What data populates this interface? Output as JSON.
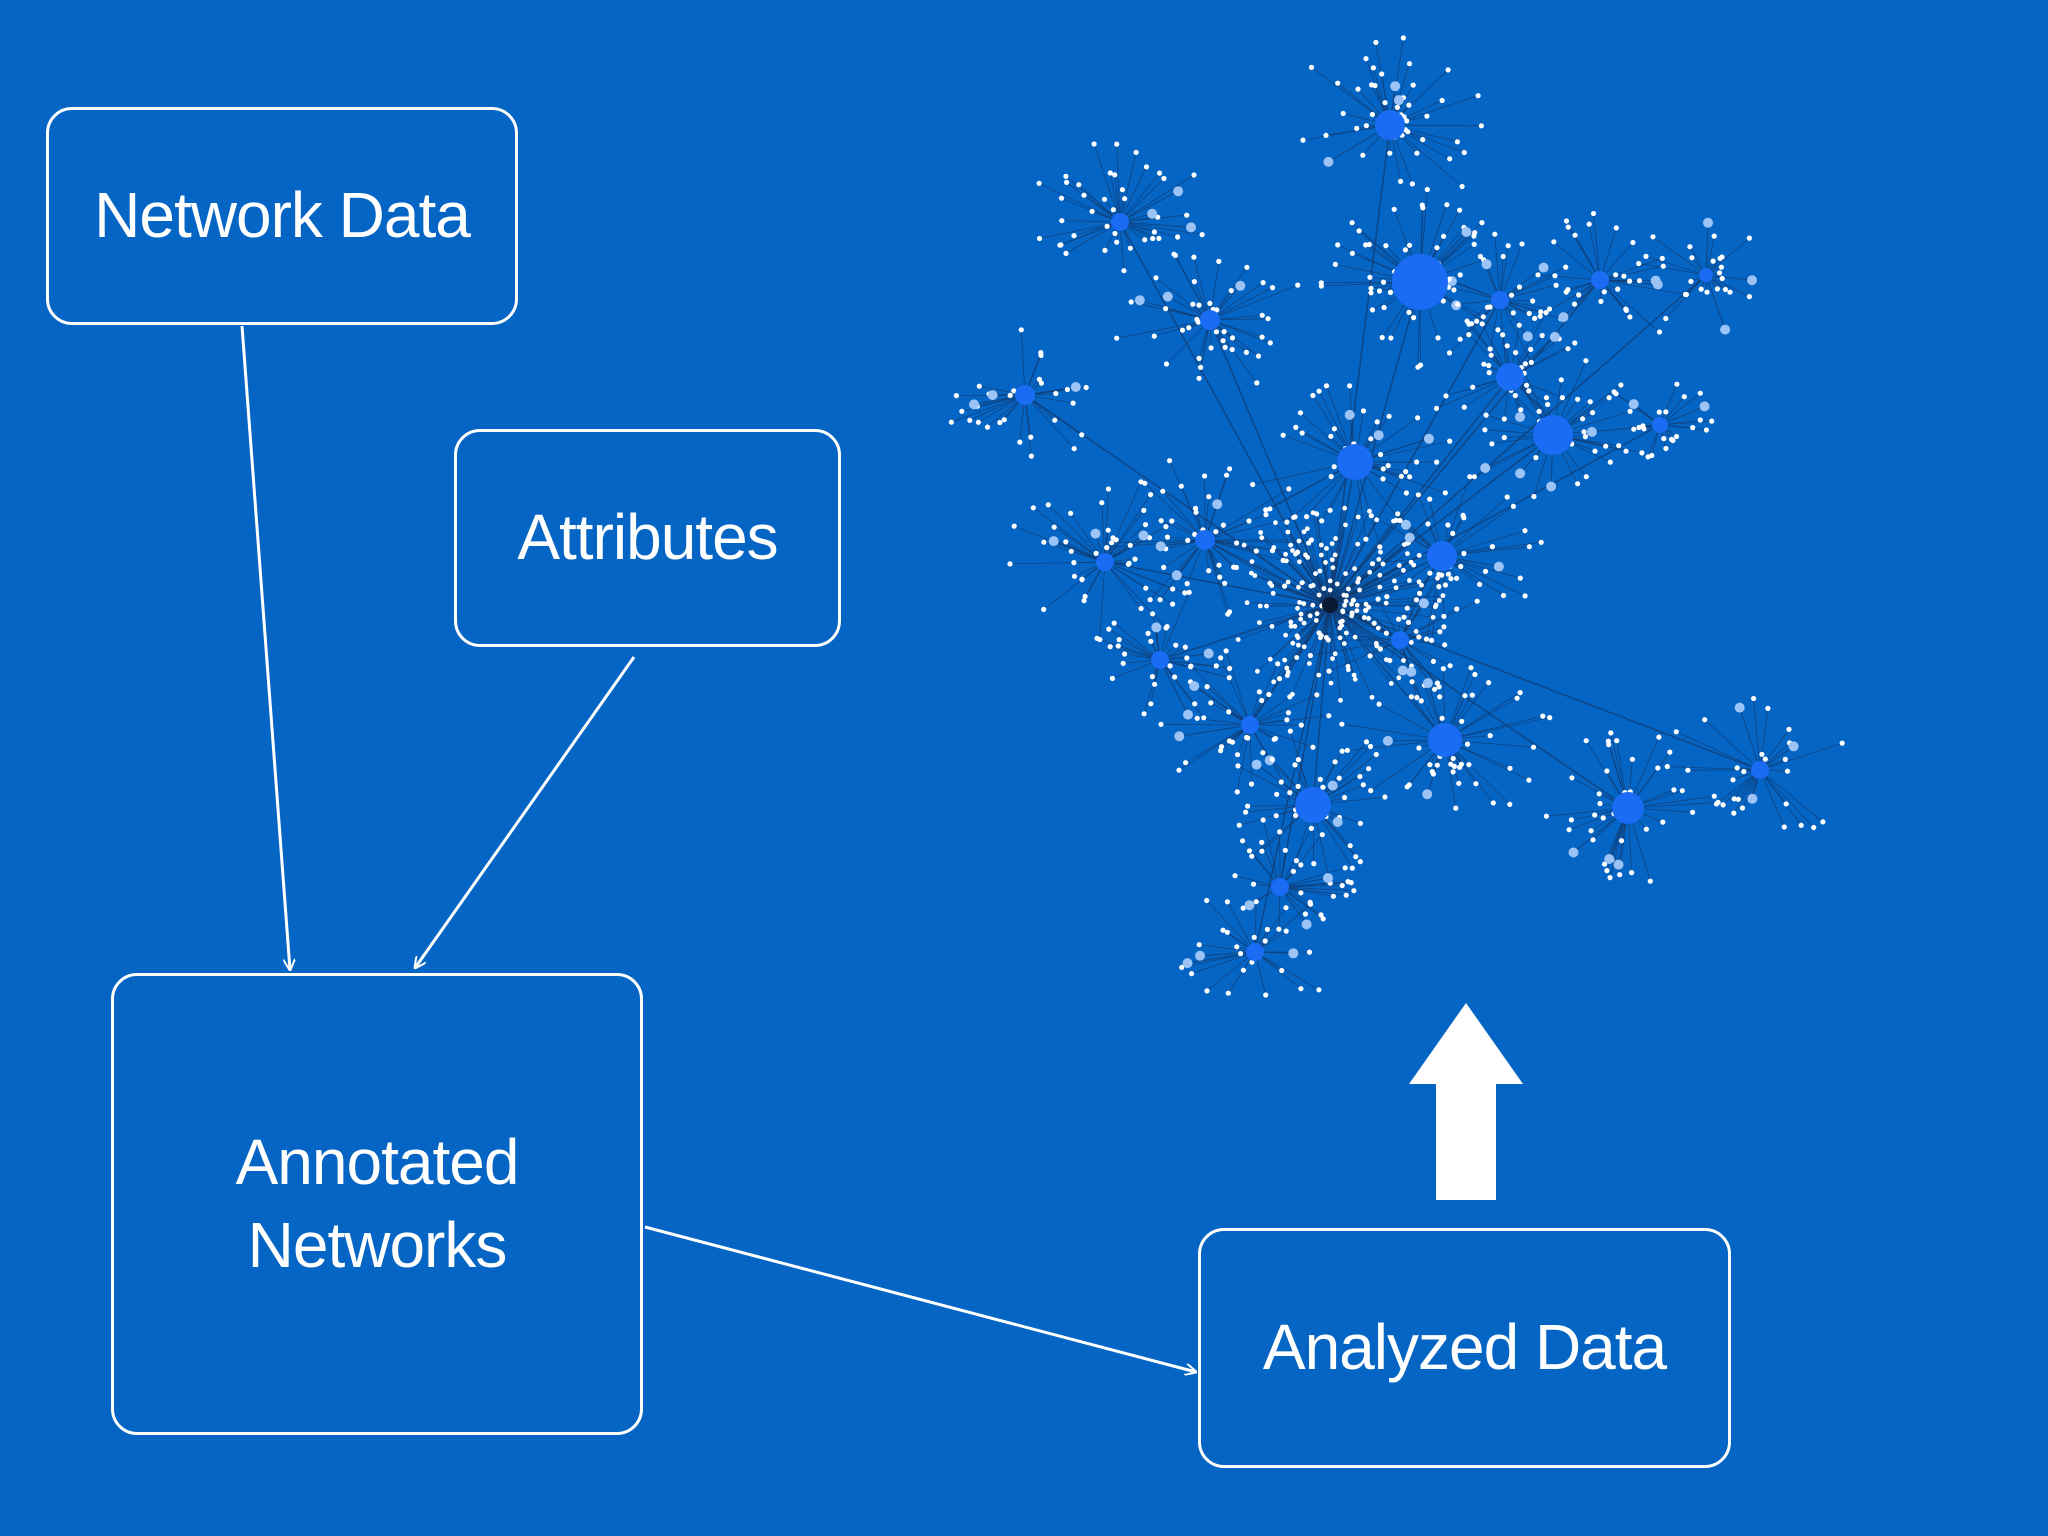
{
  "nodes": {
    "network_data": {
      "label": "Network Data"
    },
    "attributes": {
      "label": "Attributes"
    },
    "annotated_networks": {
      "line1": "Annotated",
      "line2": "Networks"
    },
    "analyzed_data": {
      "label": "Analyzed Data"
    }
  },
  "edges": [
    {
      "from": "network_data",
      "to": "annotated_networks"
    },
    {
      "from": "attributes",
      "to": "annotated_networks"
    },
    {
      "from": "annotated_networks",
      "to": "analyzed_data"
    },
    {
      "from": "analyzed_data",
      "to": "network_graph",
      "style": "block-arrow"
    }
  ],
  "colors": {
    "background": "#0565c4",
    "box_stroke": "#ffffff",
    "text": "#ffffff",
    "graph_edge": "#123a6e",
    "graph_leaf": "#ffffff",
    "graph_mid": "#9cc3f5",
    "graph_hub": "#1a6cf5",
    "graph_core": "#0a1a33"
  }
}
